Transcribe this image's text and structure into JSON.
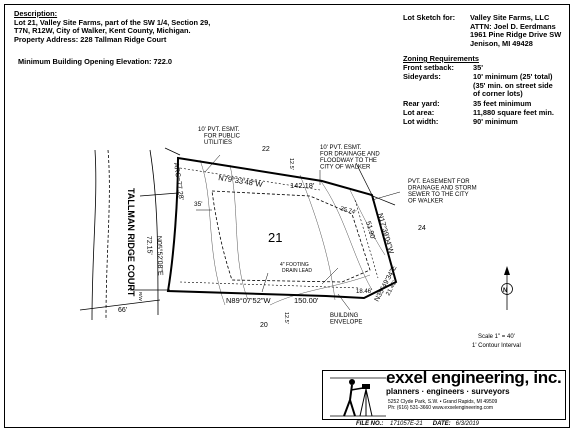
{
  "description": {
    "heading": "Description:",
    "line1": "Lot 21, Valley Site Farms, part of the SW 1/4, Section 29,",
    "line2": "T7N, R12W, City of Walker, Kent County, Michigan.",
    "line3": "Property Address: 228 Tallman Ridge Court"
  },
  "elevation": "Minimum Building Opening Elevation: 722.0",
  "lot_sketch": {
    "label": "Lot Sketch for:",
    "line1": "Valley Site Farms, LLC",
    "line2": "ATTN: Joel D. Eerdmans",
    "line3": "1961 Pine Ridge Drive SW",
    "line4": "Jenison, MI 49428"
  },
  "zoning": {
    "heading": "Zoning Requirements",
    "front_k": "Front setback:",
    "front_v": "35'",
    "side_k": "Sideyards:",
    "side_v1": "10' minimum  (25' total)",
    "side_v2": "(35' min. on street side",
    "side_v3": "of corner lots)",
    "rear_k": "Rear yard:",
    "rear_v": "35 feet minimum",
    "area_k": "Lot area:",
    "area_v": "11,880 square feet min.",
    "width_k": "Lot width:",
    "width_v": "90' minimum"
  },
  "plat": {
    "lot_number": "21",
    "lot_north": "22",
    "lot_east": "24",
    "lot_south": "20",
    "north_bearing": "N79°33'48\"W",
    "north_dist": "142.18'",
    "ne_dist": "35.74'",
    "east_bearing": "N17°39'04\"W",
    "east_dist": "51.90'",
    "se_bearing": "N35°49'34\"E",
    "se_dist": "21.45'",
    "s_short": "18.46'",
    "south_bearing": "N89°07'52\"W",
    "south_dist": "150.00'",
    "west_arc": "ARC=77.28'",
    "west_chord": "N05°52'08\"E",
    "west_chord_dist": "72.15'",
    "setback_35": "35'",
    "setback_12_5_top": "12.5'",
    "setback_12_5_bot": "12.5'",
    "road_width": "66'",
    "street_name": "TALLMAN RIDGE COURT",
    "street_row": "R/W",
    "esmt_utilities": "10' PVT. ESMT.\nFOR PUBLIC\nUTILITIES",
    "esmt_drainage": "10' PVT. ESMT.\nFOR DRAINAGE AND\nFLOODWAY TO THE\nCITY OF WALKER",
    "esmt_storm": "PVT. EASEMENT FOR\nDRAINAGE AND STORM\nSEWER TO THE CITY\nOF WALKER",
    "footing": "4\" FOOTING\nDRAIN LEAD",
    "envelope": "BUILDING\nENVELOPE",
    "north_arrow": "N"
  },
  "scale": {
    "line1": "Scale 1\" = 40'",
    "line2": "1' Contour Interval"
  },
  "logo": {
    "name": "exxel engineering, inc.",
    "tagline": "planners · engineers · surveyors",
    "addr1": "5252 Clyde Park, S.W.  •  Grand Rapids, MI  49509",
    "addr2": "Ph: (616) 531-3660     www.exxelengineering.com"
  },
  "file": {
    "label": "FILE NO.:",
    "number": "171057E-21",
    "date_label": "DATE:",
    "date": "6/3/2019"
  }
}
